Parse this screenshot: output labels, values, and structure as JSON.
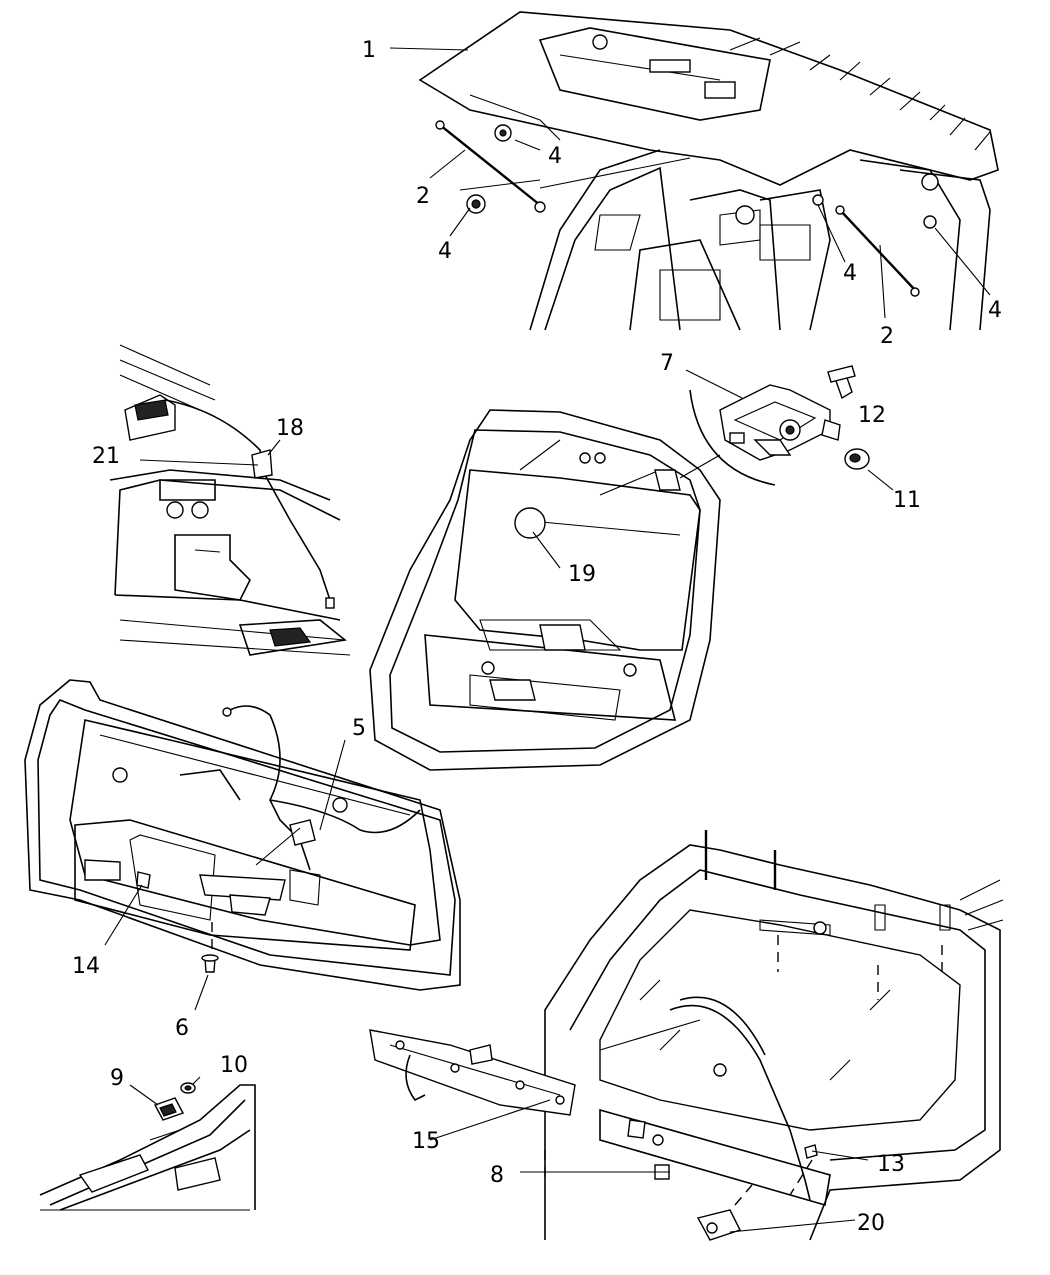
{
  "callouts": [
    {
      "id": "c1",
      "text": "1"
    },
    {
      "id": "c2a",
      "text": "2"
    },
    {
      "id": "c2b",
      "text": "2"
    },
    {
      "id": "c4a",
      "text": "4"
    },
    {
      "id": "c4b",
      "text": "4"
    },
    {
      "id": "c4c",
      "text": "4"
    },
    {
      "id": "c4d",
      "text": "4"
    },
    {
      "id": "c5",
      "text": "5"
    },
    {
      "id": "c6",
      "text": "6"
    },
    {
      "id": "c7",
      "text": "7"
    },
    {
      "id": "c8",
      "text": "8"
    },
    {
      "id": "c9",
      "text": "9"
    },
    {
      "id": "c10",
      "text": "10"
    },
    {
      "id": "c11",
      "text": "11"
    },
    {
      "id": "c12",
      "text": "12"
    },
    {
      "id": "c13",
      "text": "13"
    },
    {
      "id": "c14",
      "text": "14"
    },
    {
      "id": "c15",
      "text": "15"
    },
    {
      "id": "c18",
      "text": "18"
    },
    {
      "id": "c19",
      "text": "19"
    },
    {
      "id": "c20",
      "text": "20"
    },
    {
      "id": "c21",
      "text": "21"
    }
  ]
}
